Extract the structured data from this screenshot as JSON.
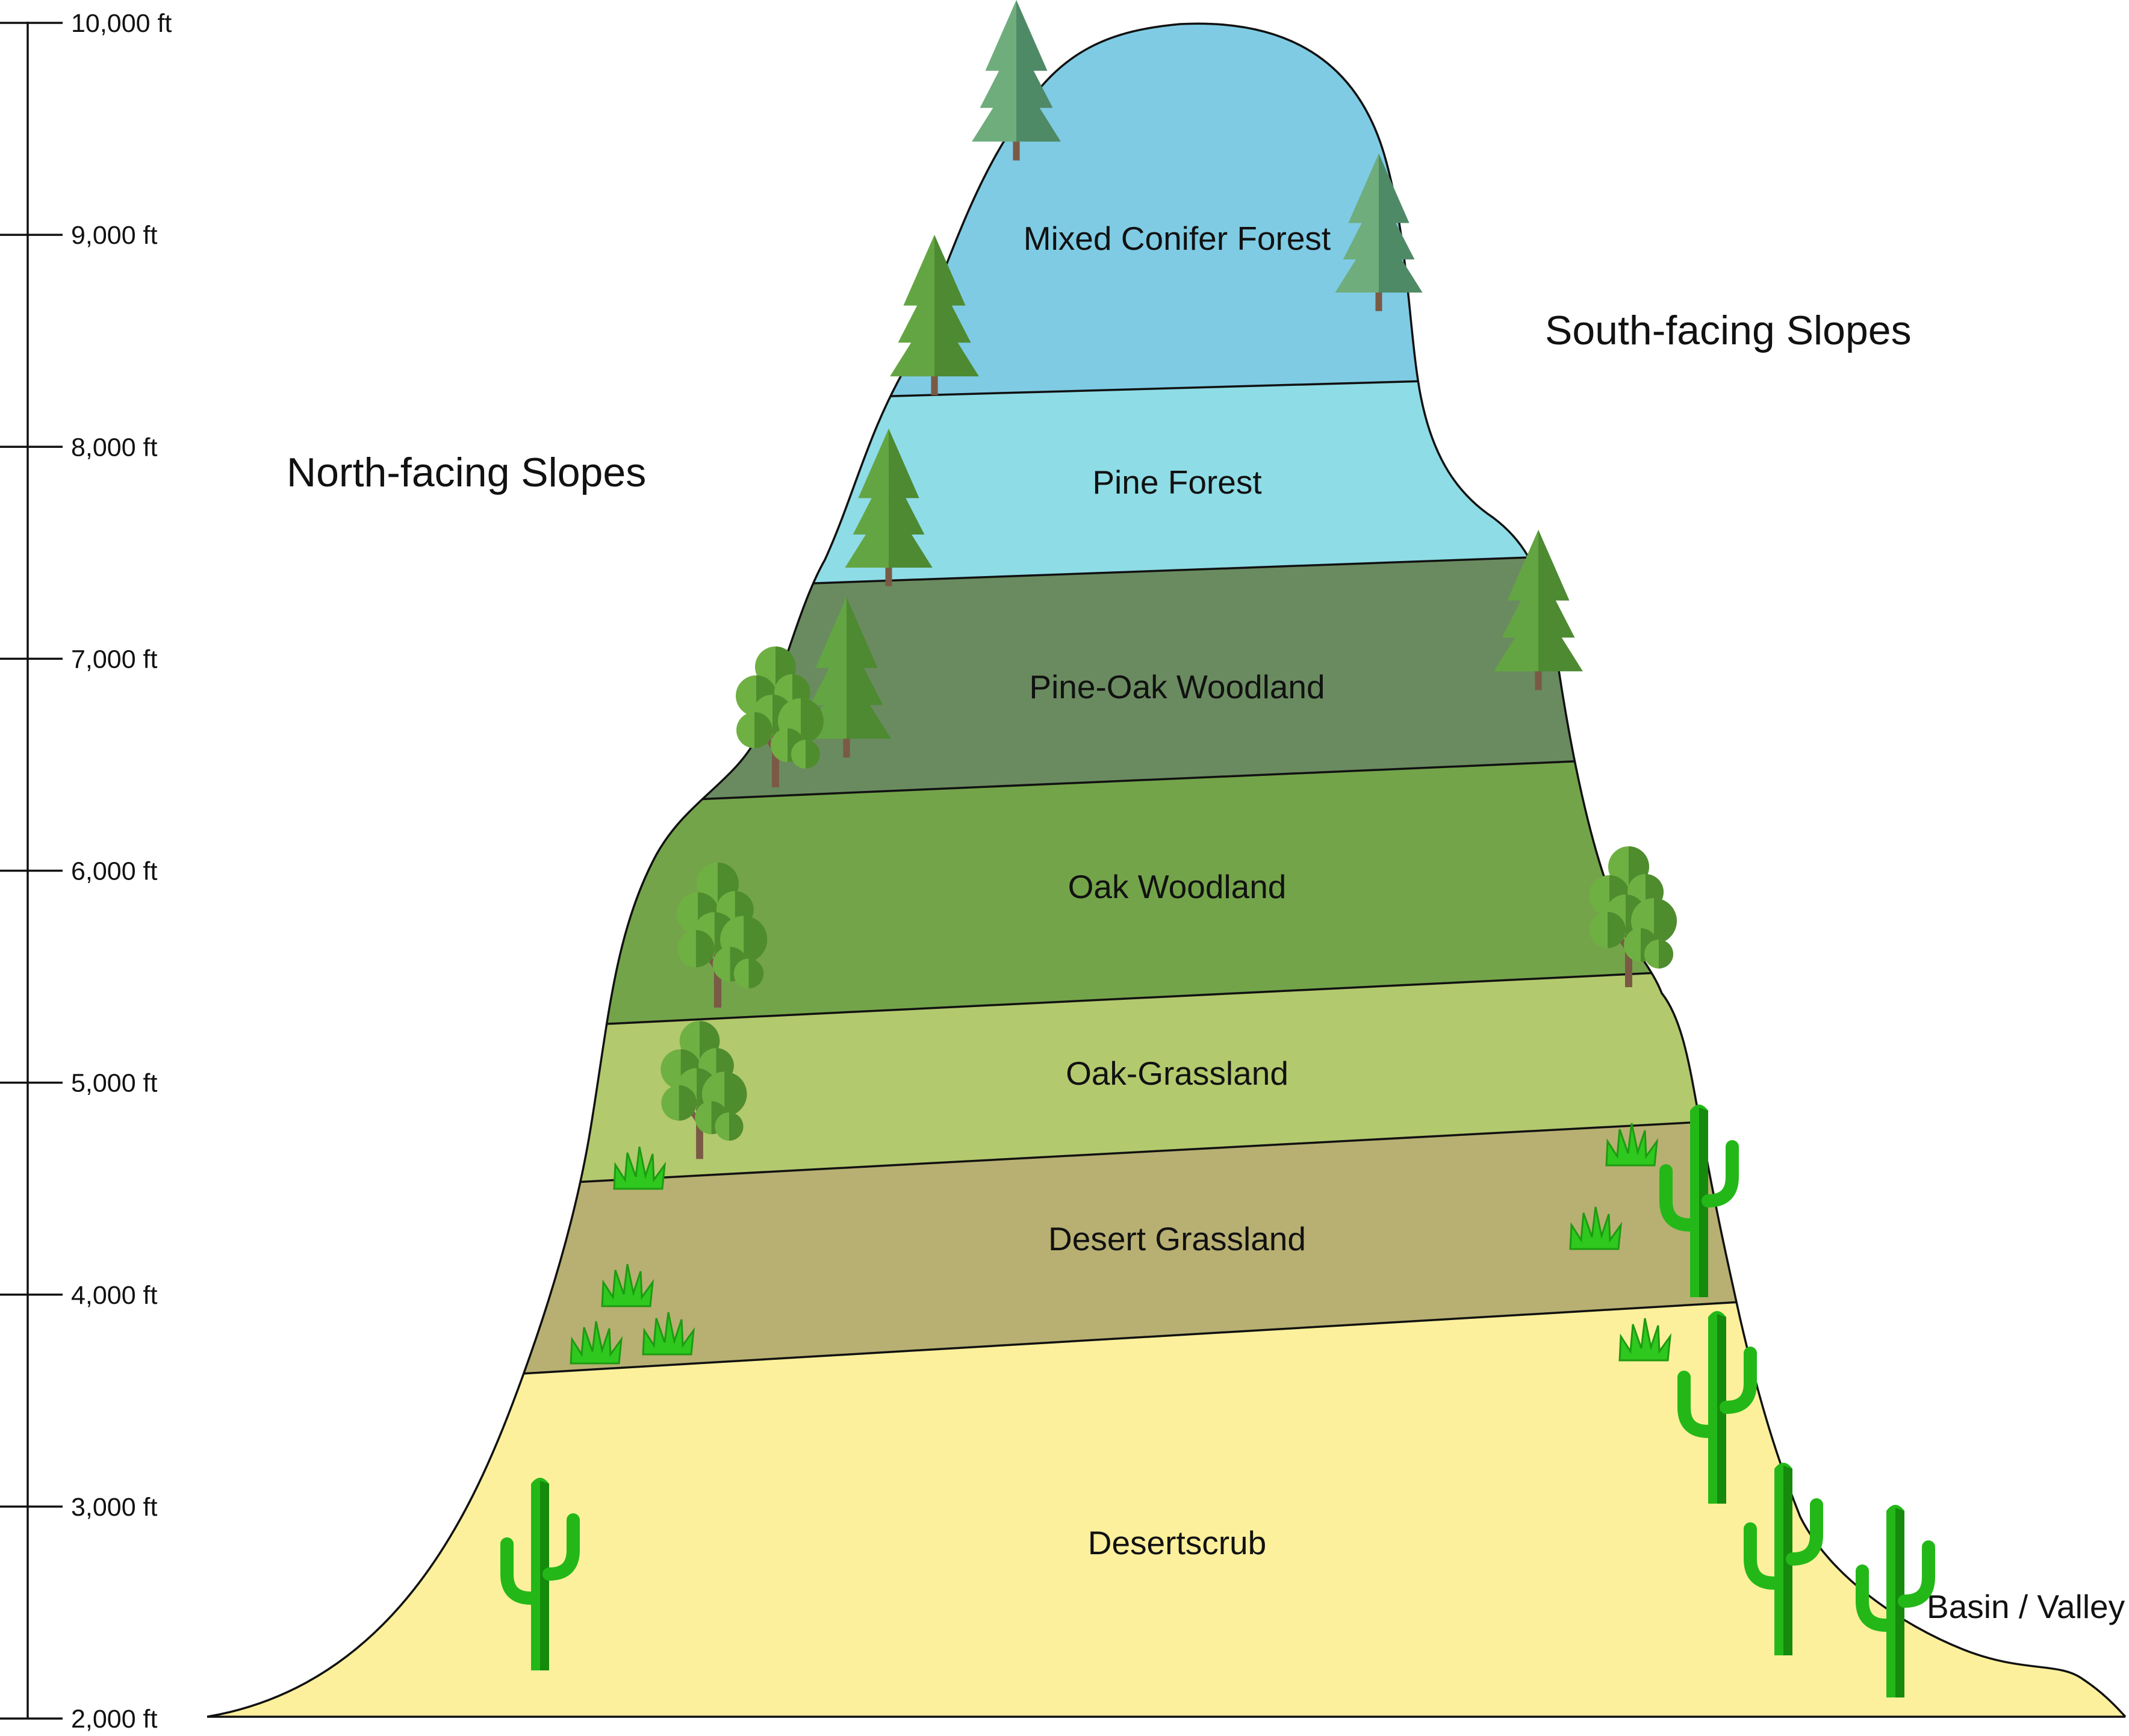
{
  "axis": {
    "tick_labels": [
      "10,000 ft",
      "9,000 ft",
      "8,000 ft",
      "7,000 ft",
      "6,000 ft",
      "5,000 ft",
      "4,000 ft",
      "3,000 ft",
      "2,000 ft"
    ]
  },
  "slopes": {
    "north_label": "North-facing Slopes",
    "south_label": "South-facing Slopes"
  },
  "basin_label": "Basin / Valley",
  "zones": [
    {
      "label": "Mixed Conifer Forest",
      "color": "#7fcbe4"
    },
    {
      "label": "Pine Forest",
      "color": "#8edce6"
    },
    {
      "label": "Pine-Oak Woodland",
      "color": "#6a8b60"
    },
    {
      "label": "Oak Woodland",
      "color": "#74a44a"
    },
    {
      "label": "Oak-Grassland",
      "color": "#b3c96e"
    },
    {
      "label": "Desert Grassland",
      "color": "#b8b072"
    },
    {
      "label": "Desertscrub",
      "color": "#fdf09c"
    }
  ],
  "icons": {
    "conifer": "conifer-tree-icon",
    "oak": "oak-tree-icon",
    "grass": "grass-tuft-icon",
    "cactus": "saguaro-cactus-icon"
  },
  "colors": {
    "conifer_light": "#6fad7d",
    "conifer_dark": "#4f8a66",
    "pine_light": "#64a543",
    "pine_dark": "#4d8a31",
    "oak_light": "#6fb042",
    "oak_dark": "#4f8c2e",
    "trunk": "#7a5a45",
    "grass": "#2ec81e",
    "grass_dark": "#1e9a12",
    "cactus": "#23b818",
    "cactus_dark": "#158a0d"
  }
}
